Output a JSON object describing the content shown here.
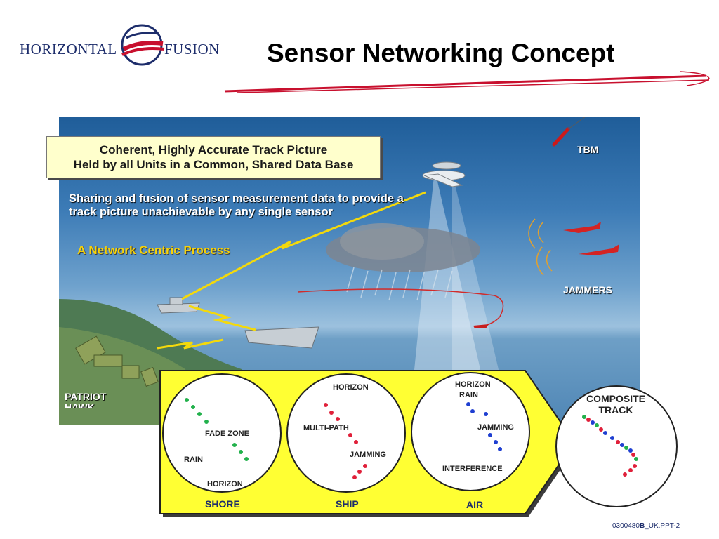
{
  "header": {
    "logo_left": "HORIZONTAL",
    "logo_right": "FUSION",
    "title": "Sensor Networking Concept"
  },
  "scene": {
    "callout_line1": "Coherent, Highly Accurate Track Picture",
    "callout_line2": "Held by all Units in a Common, Shared Data Base",
    "description": "Sharing and fusion of sensor measurement data to provide a track picture unachievable by any single sensor",
    "process": "A Network Centric Process",
    "tbm": "TBM",
    "jammers": "JAMMERS",
    "patriot_line1": "PATRIOT",
    "patriot_line2": "HAWK"
  },
  "sensors": {
    "shore": {
      "label": "SHORE",
      "fade_zone": "FADE ZONE",
      "rain": "RAIN",
      "horizon": "HORIZON"
    },
    "ship": {
      "label": "SHIP",
      "horizon": "HORIZON",
      "multi_path": "MULTI-PATH",
      "jamming": "JAMMING"
    },
    "air": {
      "label": "AIR",
      "horizon": "HORIZON",
      "rain": "RAIN",
      "jamming": "JAMMING",
      "interference": "INTERFERENCE"
    },
    "composite_line1": "COMPOSITE",
    "composite_line2": "TRACK"
  },
  "colors": {
    "shore_dots": "#22b14c",
    "ship_dots": "#e0203a",
    "air_dots": "#1f3fd1",
    "panel": "#ffff33",
    "accent": "#d0102a"
  },
  "footer": {
    "code_prefix": "0300480",
    "code_bold": "B",
    "code_suffix": "_UK.PPT-2"
  }
}
